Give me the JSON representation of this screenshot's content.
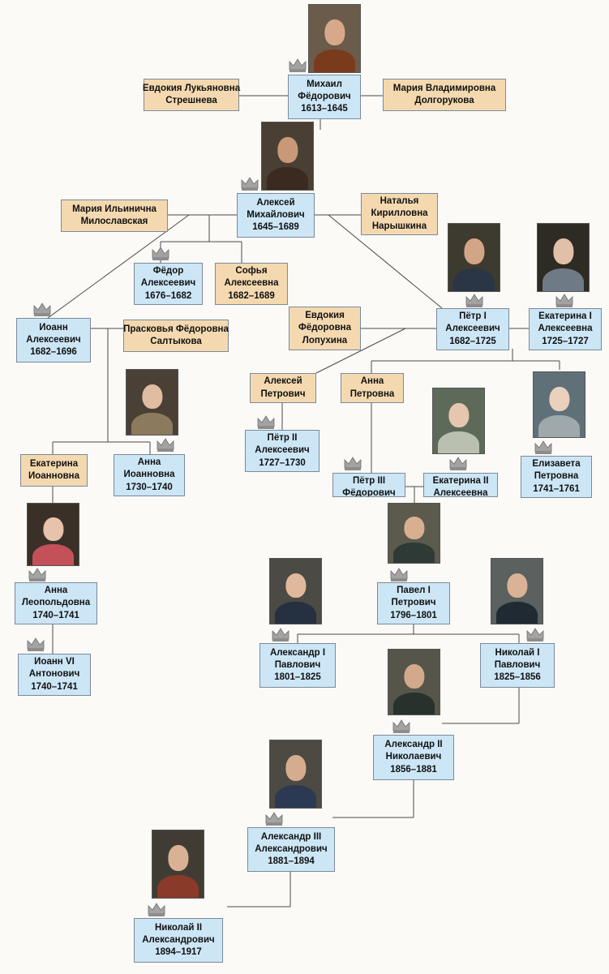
{
  "tree": {
    "rulers": {
      "mikhail": [
        "Михаил",
        "Фёдорович",
        "1613–1645"
      ],
      "alexei": [
        "Алексей",
        "Михайлович",
        "1645–1689"
      ],
      "fyodor": [
        "Фёдор",
        "Алексеевич",
        "1676–1682"
      ],
      "sofya": [
        "Софья",
        "Алексеевна",
        "1682–1689"
      ],
      "ioann5": [
        "Иоанн",
        "Алексеевич",
        "1682–1696"
      ],
      "peter1": [
        "Пётр I",
        "Алексеевич",
        "1682–1725"
      ],
      "ekaterina1": [
        "Екатерина I",
        "Алексеевна",
        "1725–1727"
      ],
      "peter2": [
        "Пётр II",
        "Алексеевич",
        "1727–1730"
      ],
      "anna_ioannovna": [
        "Анна",
        "Иоанновна",
        "1730–1740"
      ],
      "elizaveta": [
        "Елизавета",
        "Петровна",
        "1741–1761"
      ],
      "peter3": [
        "Пётр III",
        "Фёдорович"
      ],
      "ekaterina2": [
        "Екатерина II",
        "Алексеевна"
      ],
      "anna_leopoldovna": [
        "Анна",
        "Леопольдовна",
        "1740–1741"
      ],
      "ioann6": [
        "Иоанн VI",
        "Антонович",
        "1740–1741"
      ],
      "pavel1": [
        "Павел I",
        "Петрович",
        "1796–1801"
      ],
      "alexander1": [
        "Александр I",
        "Павлович",
        "1801–1825"
      ],
      "nikolai1": [
        "Николай I",
        "Павлович",
        "1825–1856"
      ],
      "alexander2": [
        "Александр II",
        "Николаевич",
        "1856–1881"
      ],
      "alexander3": [
        "Александр III",
        "Александрович",
        "1881–1894"
      ],
      "nikolai2": [
        "Николай II",
        "Александрович",
        "1894–1917"
      ]
    },
    "spouses": {
      "streshneva": [
        "Евдокия Лукьяновна",
        "Стрешнева"
      ],
      "dolgorukova": [
        "Мария Владимировна",
        "Долгорукова"
      ],
      "miloslavskaya": [
        "Мария Ильинична",
        "Милославская"
      ],
      "naryshkina": [
        "Наталья",
        "Кирилловна",
        "Нарышкина"
      ],
      "saltykova": [
        "Прасковья Фёдоровна",
        "Салтыкова"
      ],
      "lopukhina": [
        "Евдокия",
        "Фёдоровна",
        "Лопухина"
      ],
      "aleksei_petrovich": [
        "Алексей",
        "Петрович"
      ],
      "anna_petrovna": [
        "Анна",
        "Петровна"
      ],
      "ekaterina_ioannovna": [
        "Екатерина",
        "Иоанновна"
      ]
    }
  },
  "colors": {
    "ruler_box": "#cce6f6",
    "spouse_box": "#f4d9b0",
    "line": "#555555",
    "crown": "#9a9a9a"
  }
}
